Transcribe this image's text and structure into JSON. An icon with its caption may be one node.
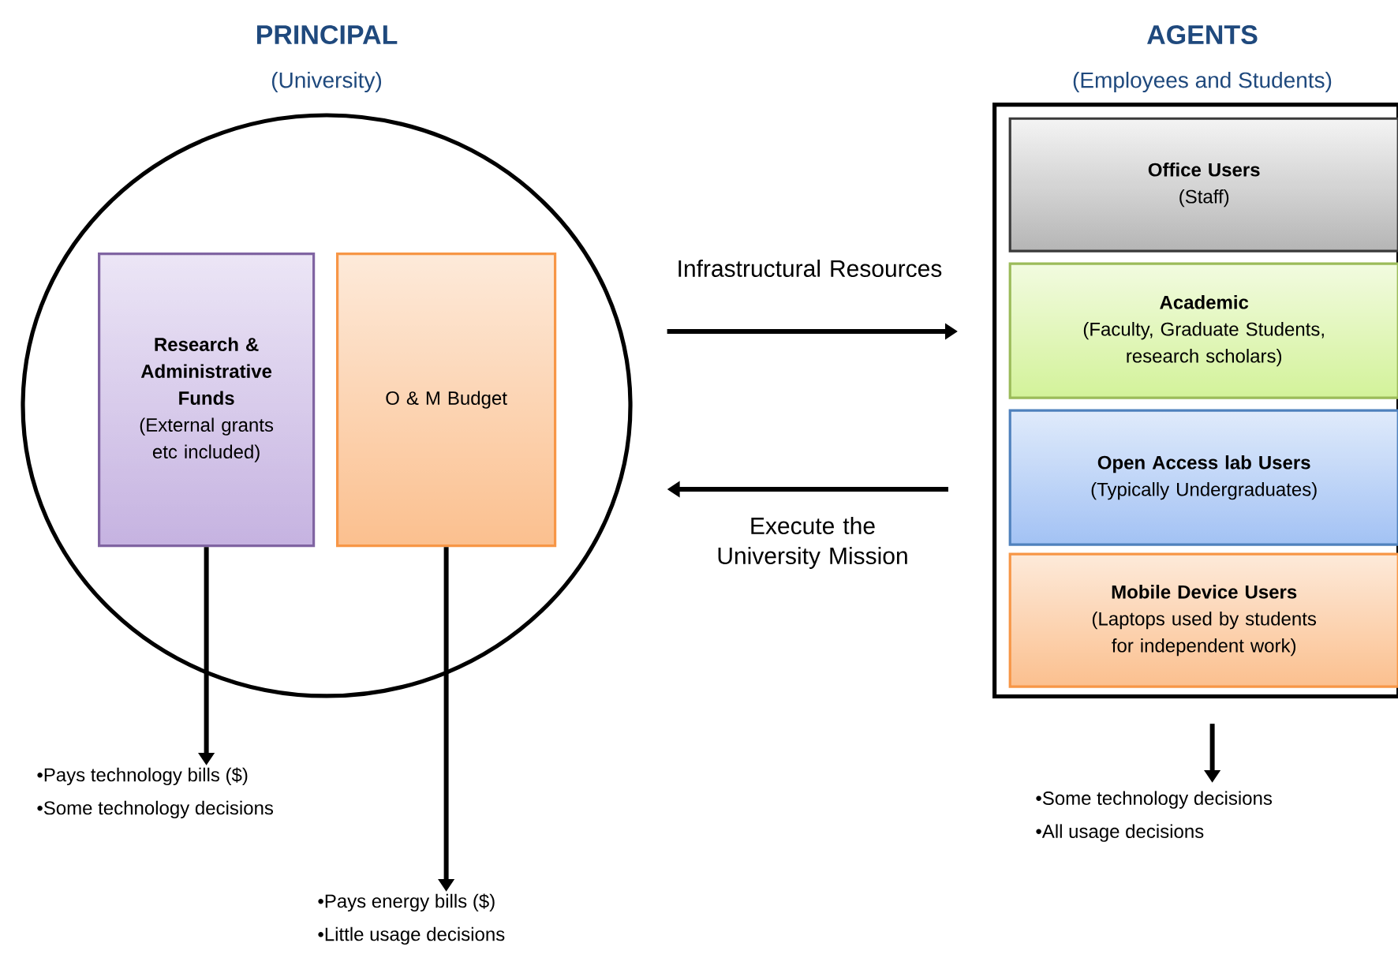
{
  "diagram": {
    "nodes": [
      {
        "text": [
          "PRINCIPAL",
          "(University)"
        ]
      },
      {
        "text": [
          "Research & Administrative Funds",
          "(External grants etc included)"
        ],
        "in": 0
      },
      {
        "text": [
          "O & M Budget"
        ],
        "in": 0
      },
      {
        "text": [
          "AGENTS",
          "(Employees and Students)"
        ]
      },
      {
        "text": [
          "Office Users",
          "(Staff)"
        ],
        "in": 3
      },
      {
        "text": [
          "Academic",
          "(Faculty, Graduate Students, research scholars)"
        ],
        "in": 3
      },
      {
        "text": [
          "Open Access lab Users",
          "(Typically Undergraduates)"
        ],
        "in": 3
      },
      {
        "text": [
          "Mobile Device Users",
          "(Laptops used by students for independent work)"
        ],
        "in": 3
      },
      {
        "text": [
          "•Pays technology bills ($)",
          "•Some technology decisions"
        ]
      },
      {
        "text": [
          "•Pays energy bills ($)",
          "•Little usage decisions"
        ]
      },
      {
        "text": [
          "•Some technology decisions",
          "•All usage decisions"
        ]
      }
    ],
    "edges": [
      {
        "from": 0,
        "to": 3,
        "arrow": "to",
        "label": "Infrastructural Resources"
      },
      {
        "from": 3,
        "to": 0,
        "arrow": "to",
        "label": "Execute the University Mission"
      },
      {
        "from": 1,
        "to": 8,
        "arrow": "to"
      },
      {
        "from": 2,
        "to": 9,
        "arrow": "to"
      },
      {
        "from": 3,
        "to": 10,
        "arrow": "to"
      }
    ]
  }
}
